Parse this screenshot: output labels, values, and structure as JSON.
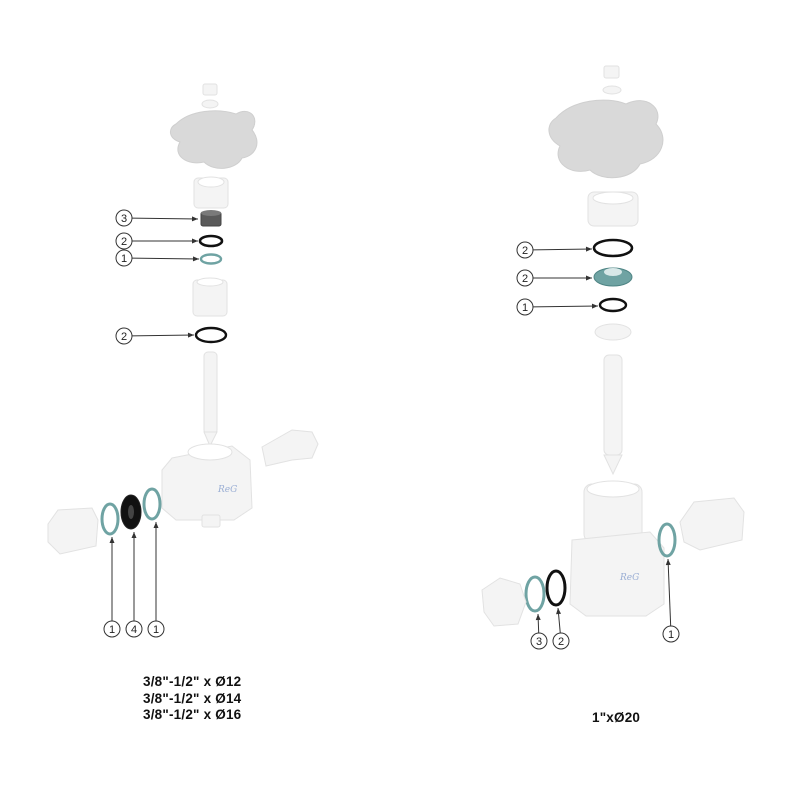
{
  "colors": {
    "part_fill": "#f4f4f4",
    "part_stroke": "#e2e2e2",
    "knob_fill": "#d9d9d9",
    "seal_teal": "#6fa3a3",
    "seal_black": "#111111",
    "seal_grey": "#5a5a5a",
    "callout_line": "#333333"
  },
  "left_assembly": {
    "top_callouts": [
      {
        "number": "3"
      },
      {
        "number": "2"
      },
      {
        "number": "1"
      },
      {
        "number": "2"
      }
    ],
    "bottom_callouts": [
      {
        "number": "1"
      },
      {
        "number": "4"
      },
      {
        "number": "1"
      }
    ],
    "sizes": [
      "3/8\"-1/2\" x Ø12",
      "3/8\"-1/2\" x Ø14",
      "3/8\"-1/2\" x Ø16"
    ]
  },
  "right_assembly": {
    "top_callouts": [
      {
        "number": "2"
      },
      {
        "number": "2"
      },
      {
        "number": "1"
      }
    ],
    "bottom_callouts": [
      {
        "number": "3"
      },
      {
        "number": "2"
      },
      {
        "number": "1"
      }
    ],
    "size": "1\"xØ20"
  }
}
